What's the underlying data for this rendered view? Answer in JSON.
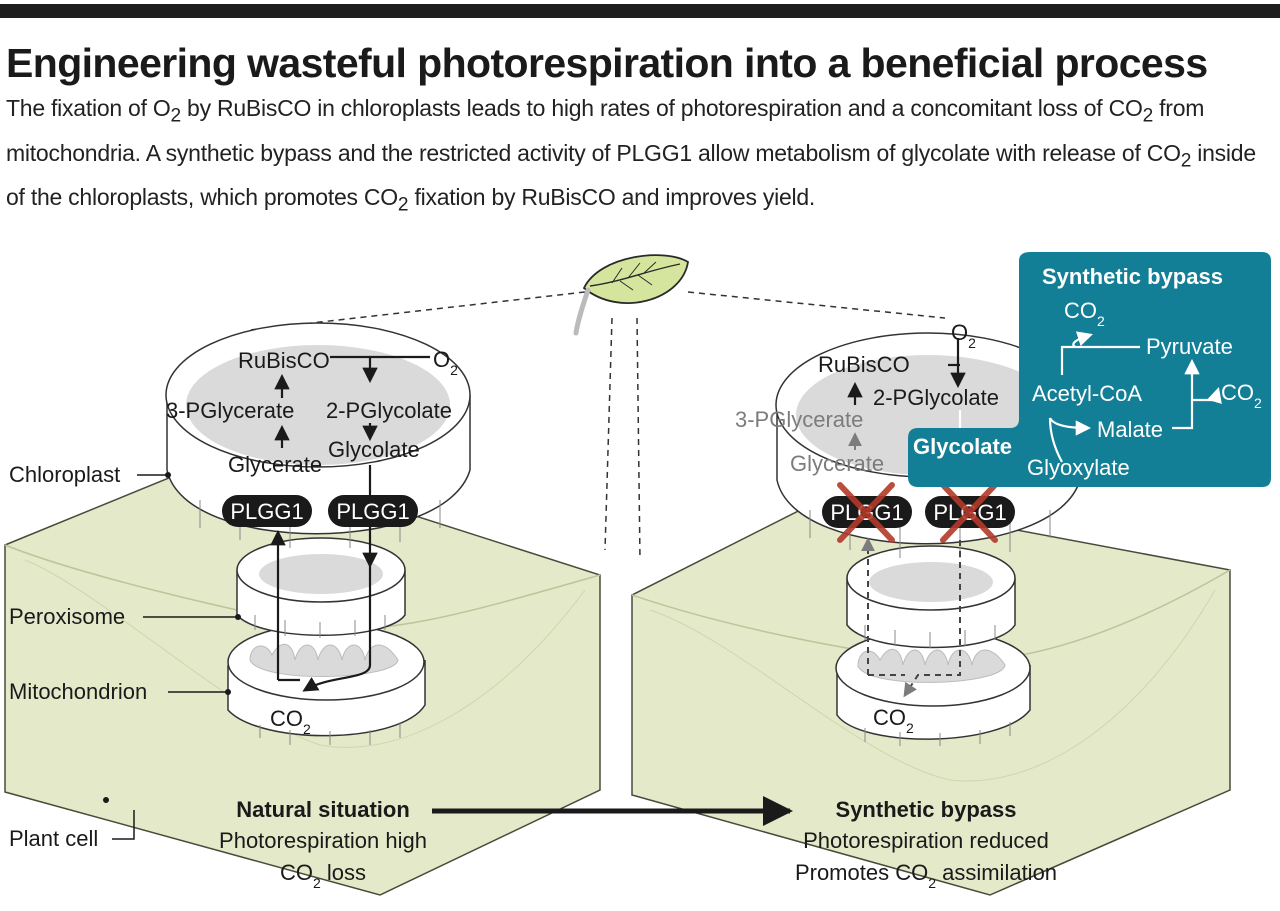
{
  "title": "Engineering wasteful photorespiration into a beneficial process",
  "caption_parts": [
    "The fixation of O",
    "2",
    " by RuBisCO in chloroplasts leads to high rates of photorespiration and a concomitant loss of CO",
    "2",
    " from mitochondria. A synthetic bypass and the restricted activity of PLGG1 allow metabolism of glycolate with release of CO",
    "2",
    " inside of the chloroplasts, which promotes CO",
    "2",
    " fixation by RuBisCO and improves yield."
  ],
  "structure_labels": {
    "chloroplast": "Chloroplast",
    "peroxisome": "Peroxisome",
    "mitochondrion": "Mitochondrion",
    "plant_cell": "Plant cell"
  },
  "left_panel": {
    "rubisco": "RuBisCO",
    "o2_main": "O",
    "o2_sub": "2",
    "pglycerate": "3-PGlycerate",
    "pglycolate": "2-PGlycolate",
    "glycolate": "Glycolate",
    "glycerate": "Glycerate",
    "plgg1_a": "PLGG1",
    "plgg1_b": "PLGG1",
    "co2_main": "CO",
    "co2_sub": "2",
    "heading": "Natural situation",
    "line1": "Photorespiration high",
    "line2_main": "CO",
    "line2_sub": "2",
    "line2_rest": " loss"
  },
  "right_panel": {
    "rubisco": "RuBisCO",
    "o2_main": "O",
    "o2_sub": "2",
    "pglycerate": "3-PGlycerate",
    "pglycolate": "2-PGlycolate",
    "glycerate": "Glycerate",
    "glycolate": "Glycolate",
    "plgg1_a": "PLGG1",
    "plgg1_b": "PLGG1",
    "co2_main": "CO",
    "co2_sub": "2",
    "heading": "Synthetic bypass",
    "line1": "Photorespiration reduced",
    "line2_pre": "Promotes CO",
    "line2_sub": "2",
    "line2_rest": " assimilation"
  },
  "bypass_box": {
    "title": "Synthetic bypass",
    "co2_top_main": "CO",
    "co2_top_sub": "2",
    "pyruvate": "Pyruvate",
    "acetyl_coa": "Acetyl-CoA",
    "co2_right_main": "CO",
    "co2_right_sub": "2",
    "malate": "Malate",
    "glyoxylate": "Glyoxylate"
  },
  "icons": [
    "leaf-icon",
    "cross-mark-icon",
    "arrow-icon"
  ],
  "colors": {
    "teal": "#137f96",
    "cell_green": "#e4e9c9",
    "organelle_gray": "#dadada",
    "cross_red": "#b23a2a",
    "leaf_green": "#d6e59e"
  }
}
